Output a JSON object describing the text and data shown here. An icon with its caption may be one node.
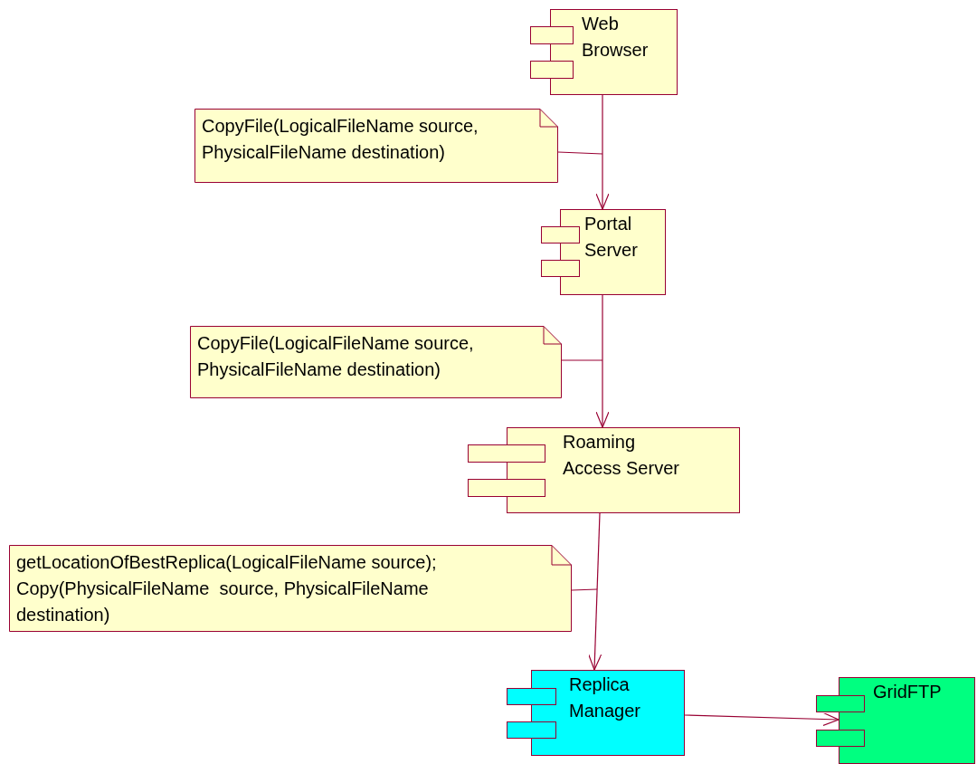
{
  "diagram": {
    "nodes": [
      {
        "text": [
          "Web Browser"
        ]
      },
      {
        "text": [
          "CopyFile(LogicalFileName source, PhysicalFileName destination)"
        ]
      },
      {
        "text": [
          "Portal Server"
        ]
      },
      {
        "text": [
          "CopyFile(LogicalFileName source, PhysicalFileName destination)"
        ]
      },
      {
        "text": [
          "Roaming Access Server"
        ]
      },
      {
        "text": [
          "getLocationOfBestReplica(LogicalFileName source); Copy(PhysicalFileName  source, PhysicalFileName destination)"
        ]
      },
      {
        "text": [
          "Replica Manager"
        ]
      },
      {
        "text": [
          "GridFTP"
        ]
      }
    ],
    "edges": [
      {
        "from": 0,
        "to": 2,
        "arrow": "to"
      },
      {
        "from": 2,
        "to": 4,
        "arrow": "to"
      },
      {
        "from": 4,
        "to": 6,
        "arrow": "to"
      },
      {
        "from": 6,
        "to": 7,
        "arrow": "to"
      },
      {
        "from": 1,
        "to": null,
        "arrow": "none"
      },
      {
        "from": 3,
        "to": null,
        "arrow": "none"
      },
      {
        "from": 5,
        "to": null,
        "arrow": "none"
      }
    ]
  }
}
